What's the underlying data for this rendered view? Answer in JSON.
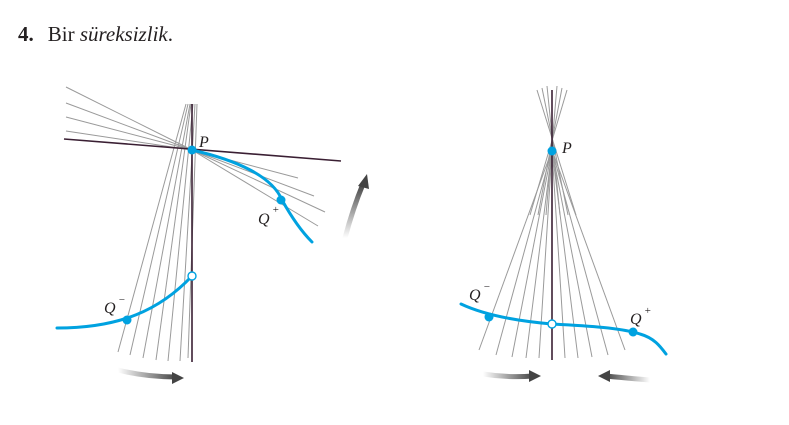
{
  "heading": {
    "number": "4.",
    "prefix": "Bir",
    "term": "süreksizlik",
    "suffix": "."
  },
  "left_figure": {
    "label_p": "P",
    "label_q_minus": "Q",
    "label_q_plus": "Q",
    "sup_minus": "−",
    "sup_plus": "+"
  },
  "right_figure": {
    "label_p": "P",
    "label_q_minus": "Q",
    "label_q_plus": "Q",
    "sup_minus": "−",
    "sup_plus": "+"
  },
  "colors": {
    "curve": "#00a2e0",
    "axis": "#3a1f33",
    "secant": "#9a9a9a",
    "arrow": "#555555"
  },
  "icons": [
    "arrow-right-icon",
    "arrow-up-icon",
    "arrow-left-icon"
  ]
}
